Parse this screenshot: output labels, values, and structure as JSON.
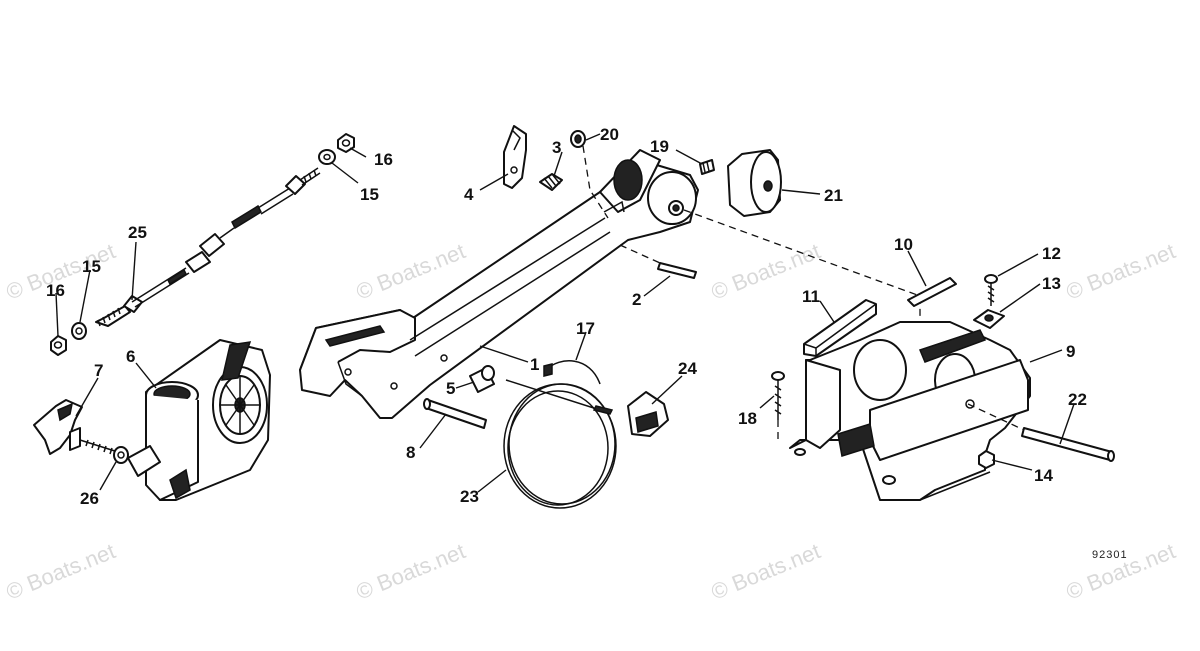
{
  "watermark": "© Boats.net",
  "reference_number": "92301",
  "callouts": {
    "c1": "1",
    "c2": "2",
    "c3": "3",
    "c4": "4",
    "c5": "5",
    "c6": "6",
    "c7": "7",
    "c8": "8",
    "c9": "9",
    "c10": "10",
    "c11": "11",
    "c12": "12",
    "c13": "13",
    "c14": "14",
    "c15a": "15",
    "c15b": "15",
    "c16a": "16",
    "c16b": "16",
    "c17": "17",
    "c18": "18",
    "c19": "19",
    "c20": "20",
    "c21": "21",
    "c22": "22",
    "c23": "23",
    "c24": "24",
    "c25": "25",
    "c26": "26"
  }
}
